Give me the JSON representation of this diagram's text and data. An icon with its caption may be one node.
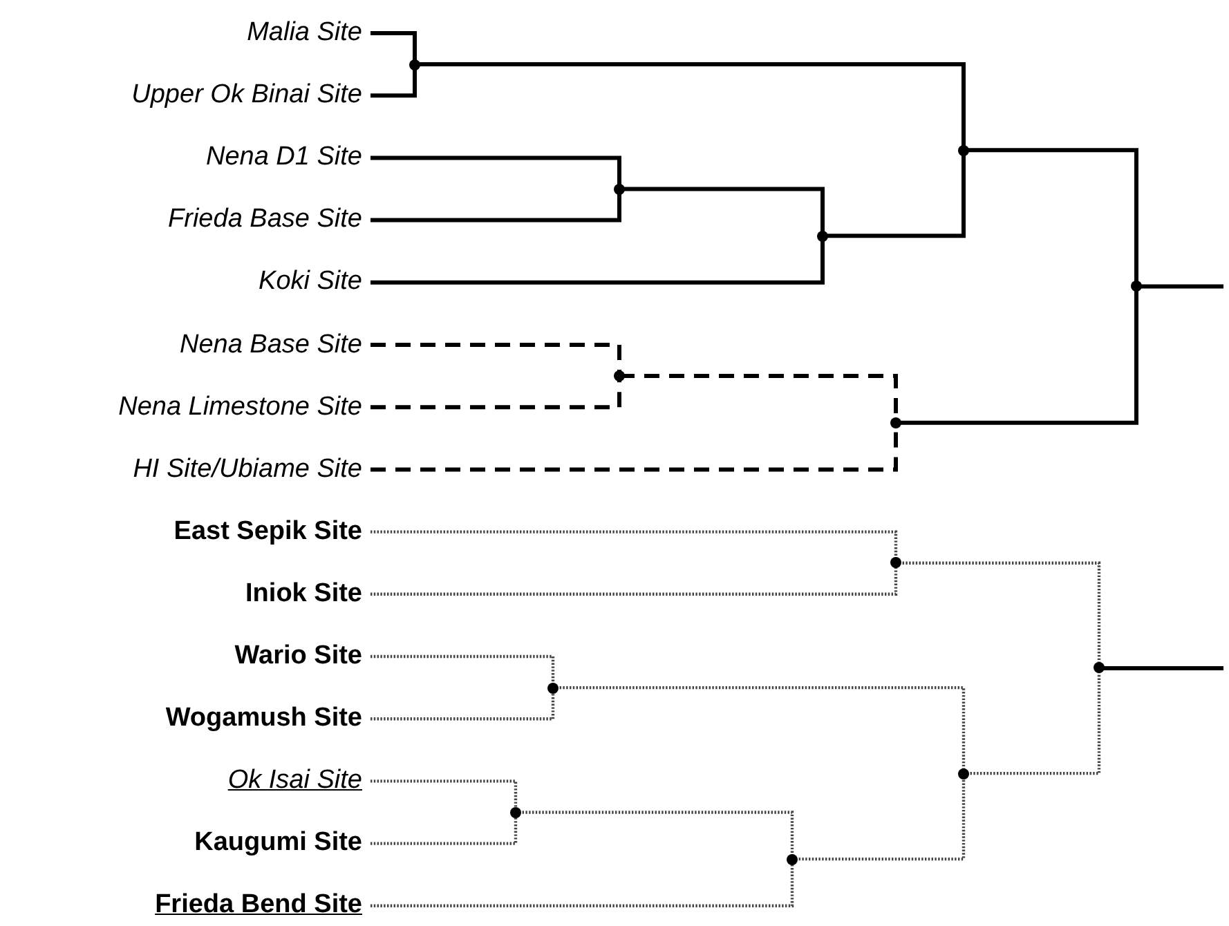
{
  "diagram": {
    "nodes": [
      {
        "text": [
          "Malia Site"
        ]
      },
      {
        "text": [
          "Upper Ok Binai Site"
        ]
      },
      {
        "text": [
          "Nena D1 Site"
        ]
      },
      {
        "text": [
          "Frieda Base Site"
        ]
      },
      {
        "text": [
          "Koki Site"
        ]
      },
      {
        "text": [
          "Nena Base Site"
        ]
      },
      {
        "text": [
          "Nena Limestone Site"
        ]
      },
      {
        "text": [
          "HI Site/Ubiame Site"
        ]
      },
      {
        "text": [
          "East Sepik Site"
        ]
      },
      {
        "text": [
          "Iniok Site"
        ]
      },
      {
        "text": [
          "Wario Site"
        ]
      },
      {
        "text": [
          "Wogamush Site"
        ]
      },
      {
        "text": [
          "Ok Isai Site"
        ]
      },
      {
        "text": [
          "Kaugumi Site"
        ]
      },
      {
        "text": [
          "Frieda Bend Site"
        ]
      },
      {
        "text": [],
        "shape": "point"
      },
      {
        "text": [],
        "shape": "point"
      },
      {
        "text": [],
        "shape": "point"
      },
      {
        "text": [],
        "shape": "point"
      },
      {
        "text": [],
        "shape": "point"
      },
      {
        "text": [],
        "shape": "point"
      },
      {
        "text": [],
        "shape": "point"
      },
      {
        "text": [],
        "shape": "point"
      },
      {
        "text": [],
        "shape": "point"
      },
      {
        "text": [],
        "shape": "point"
      },
      {
        "text": [],
        "shape": "point"
      },
      {
        "text": [],
        "shape": "point"
      },
      {
        "text": [],
        "shape": "point"
      }
    ],
    "edges": [
      {
        "from": 0,
        "to": 15,
        "arrow": "none"
      },
      {
        "from": 1,
        "to": 15,
        "arrow": "none"
      },
      {
        "from": 2,
        "to": 16,
        "arrow": "none"
      },
      {
        "from": 3,
        "to": 16,
        "arrow": "none"
      },
      {
        "from": 16,
        "to": 17,
        "arrow": "none"
      },
      {
        "from": 4,
        "to": 17,
        "arrow": "none"
      },
      {
        "from": 15,
        "to": 18,
        "arrow": "none"
      },
      {
        "from": 17,
        "to": 18,
        "arrow": "none"
      },
      {
        "from": 5,
        "to": 19,
        "arrow": "none",
        "style": "dashed"
      },
      {
        "from": 6,
        "to": 19,
        "arrow": "none",
        "style": "dashed"
      },
      {
        "from": 19,
        "to": 20,
        "arrow": "none",
        "style": "dashed"
      },
      {
        "from": 7,
        "to": 20,
        "arrow": "none",
        "style": "dashed"
      },
      {
        "from": 18,
        "to": 21,
        "arrow": "none"
      },
      {
        "from": 20,
        "to": 21,
        "arrow": "none"
      },
      {
        "from": 21,
        "to": null,
        "arrow": "none"
      },
      {
        "from": 8,
        "to": 22,
        "arrow": "none",
        "style": "dashed",
        "color": "#444444"
      },
      {
        "from": 9,
        "to": 22,
        "arrow": "none",
        "style": "dashed",
        "color": "#444444"
      },
      {
        "from": 10,
        "to": 23,
        "arrow": "none",
        "style": "dashed",
        "color": "#444444"
      },
      {
        "from": 11,
        "to": 23,
        "arrow": "none",
        "style": "dashed",
        "color": "#444444"
      },
      {
        "from": 12,
        "to": 24,
        "arrow": "none",
        "style": "dashed",
        "color": "#444444"
      },
      {
        "from": 13,
        "to": 24,
        "arrow": "none",
        "style": "dashed",
        "color": "#444444"
      },
      {
        "from": 24,
        "to": 25,
        "arrow": "none",
        "style": "dashed",
        "color": "#444444"
      },
      {
        "from": 14,
        "to": 25,
        "arrow": "none",
        "style": "dashed",
        "color": "#444444"
      },
      {
        "from": 23,
        "to": 26,
        "arrow": "none",
        "style": "dashed",
        "color": "#444444"
      },
      {
        "from": 25,
        "to": 26,
        "arrow": "none",
        "style": "dashed",
        "color": "#444444"
      },
      {
        "from": 22,
        "to": 27,
        "arrow": "none",
        "style": "dashed",
        "color": "#444444"
      },
      {
        "from": 26,
        "to": 27,
        "arrow": "none",
        "style": "dashed",
        "color": "#444444"
      },
      {
        "from": 27,
        "to": null,
        "arrow": "none"
      }
    ]
  }
}
